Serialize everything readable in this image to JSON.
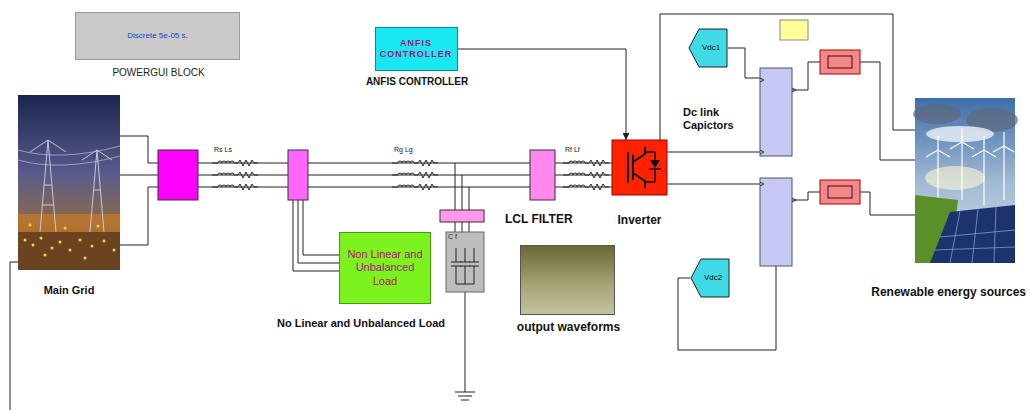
{
  "diagram": {
    "nodes": [
      {
        "text": [
          "Discrete 5e-05 s.",
          "POWERGUI BLOCK"
        ]
      },
      {
        "text": [
          "ANFIS CONTROLLER",
          "ANFIS CONTROLLER"
        ]
      },
      {
        "text": [
          "Vdc1"
        ]
      },
      {
        "text": [
          "Main Grid"
        ]
      },
      {
        "text": [
          "Inverter"
        ]
      },
      {
        "text": [
          "Renewable energy sources"
        ]
      },
      {
        "text": [
          "Non Linear and Unbalanced Load",
          "No Linear and Unbalanced Load"
        ]
      },
      {
        "text": [
          "C f"
        ]
      },
      {
        "text": [
          "output waveforms"
        ]
      },
      {
        "text": [
          "Vdc2"
        ]
      }
    ],
    "edges": [
      {
        "from": 1,
        "to": 4,
        "arrow": "to"
      }
    ],
    "labels": [
      "Rs Ls",
      "Rg Lg",
      "Rf Lf",
      "LCL FILTER",
      "Dc link Capictors"
    ]
  }
}
